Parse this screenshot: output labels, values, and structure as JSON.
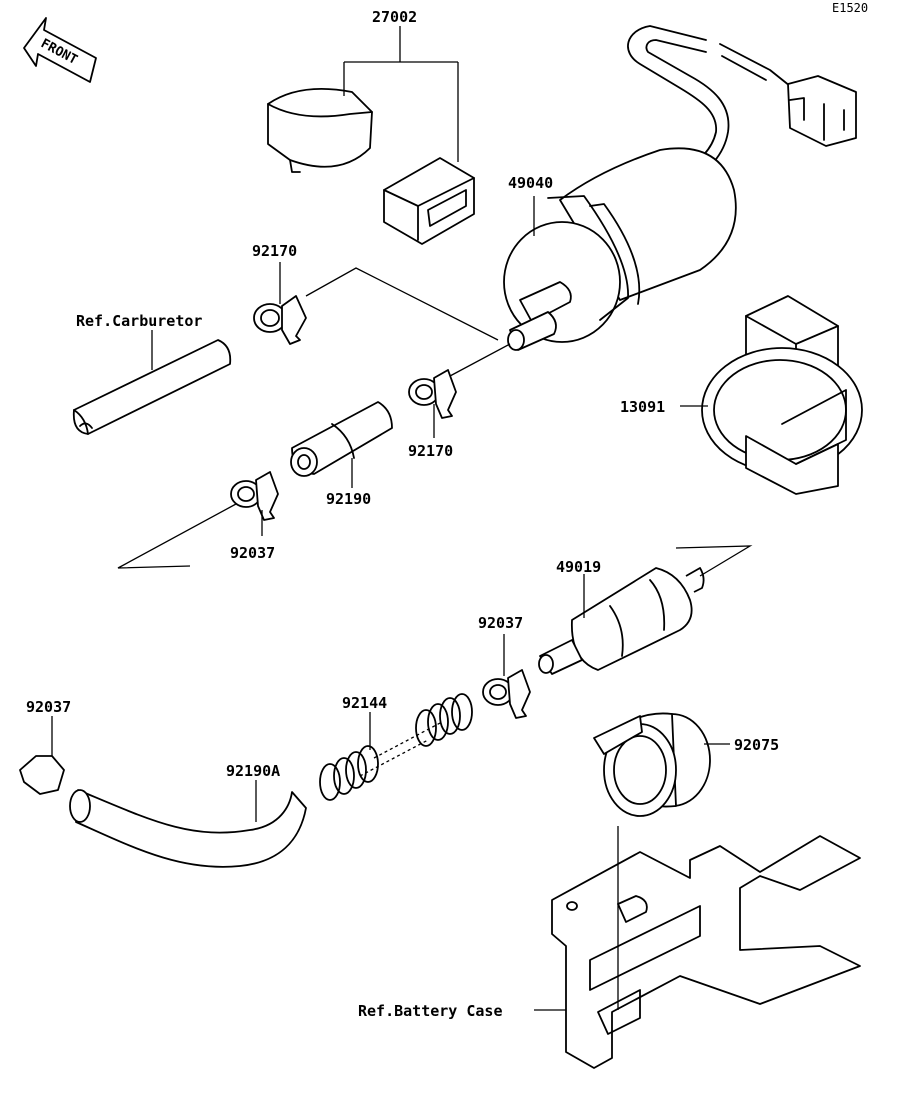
{
  "diagram_code": "E1520",
  "front_label": "FRONT",
  "parts": {
    "relay": "27002",
    "pump": "49040",
    "clamp_upper_a": "92170",
    "clamp_upper_b": "92170",
    "bracket": "13091",
    "hose_joint": "92190",
    "clamp_mid": "92037",
    "filter": "49019",
    "clamp_filter": "92037",
    "clamp_left": "92037",
    "spring": "92144",
    "hose_bent": "92190A",
    "damper": "92075"
  },
  "references": {
    "carburetor": "Ref.Carburetor",
    "battery_case": "Ref.Battery Case"
  }
}
